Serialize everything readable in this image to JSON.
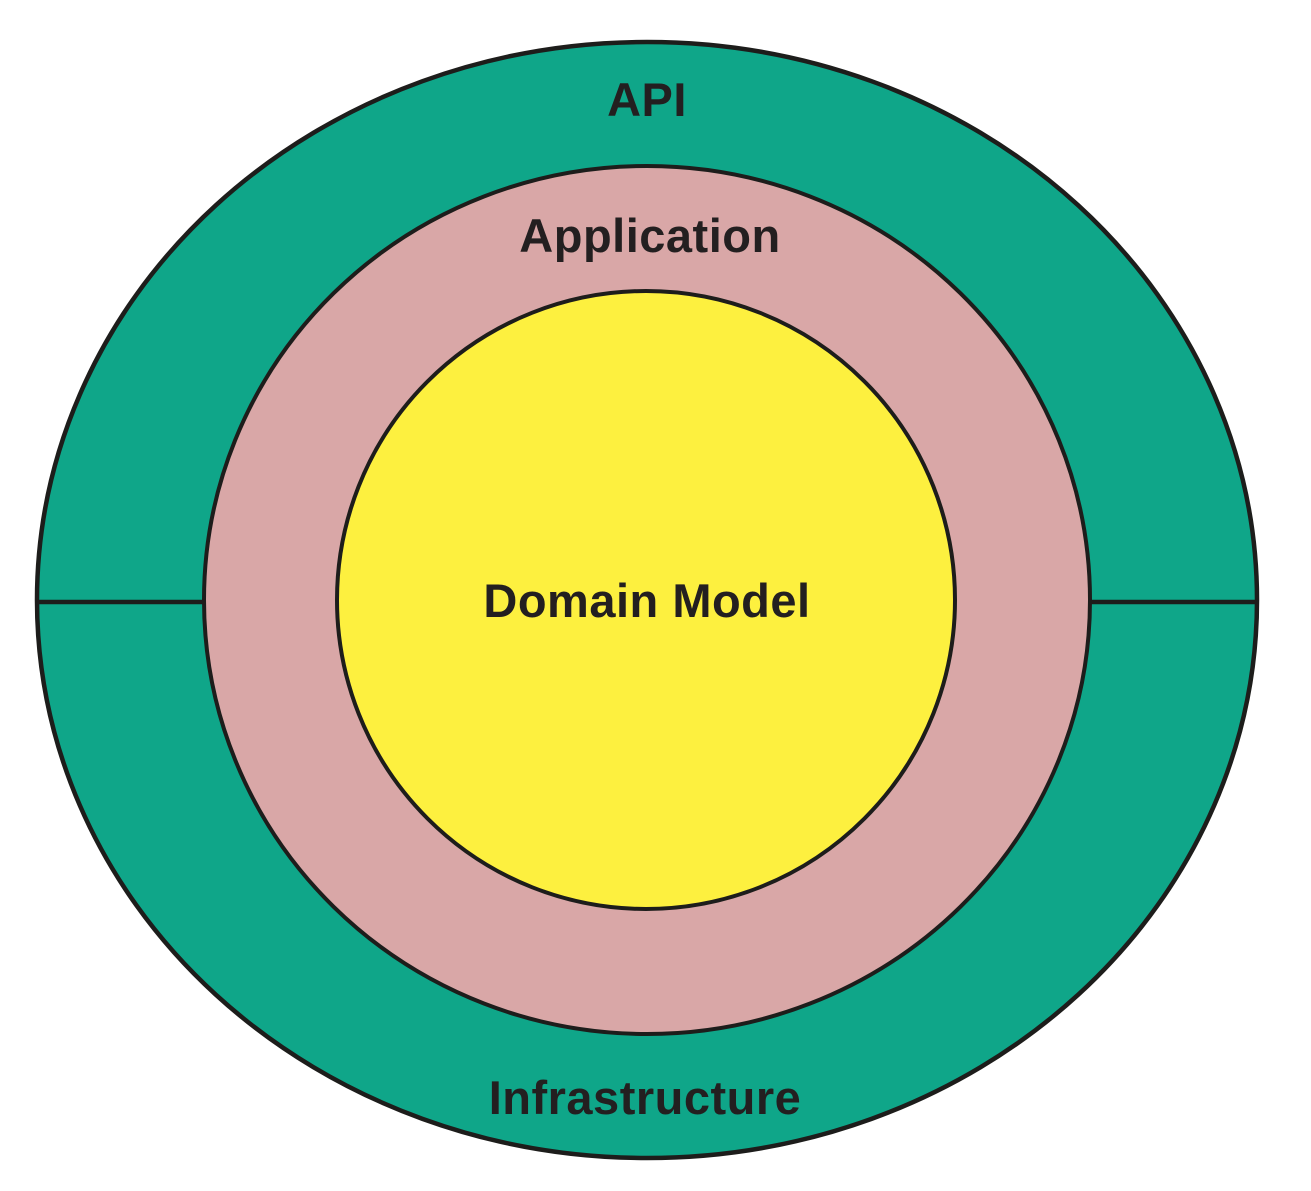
{
  "diagram": {
    "type": "onion-architecture-concentric-circles",
    "labels": {
      "outer_top": "API",
      "application": "Application",
      "domain": "Domain Model",
      "outer_bottom": "Infrastructure"
    },
    "colors": {
      "outer_ring": "#0fa689",
      "application_ring": "#d9a7a7",
      "domain_circle": "#fdf03f",
      "outline": "#1d1d1b",
      "text": "#231f20",
      "background": "#ffffff"
    }
  }
}
